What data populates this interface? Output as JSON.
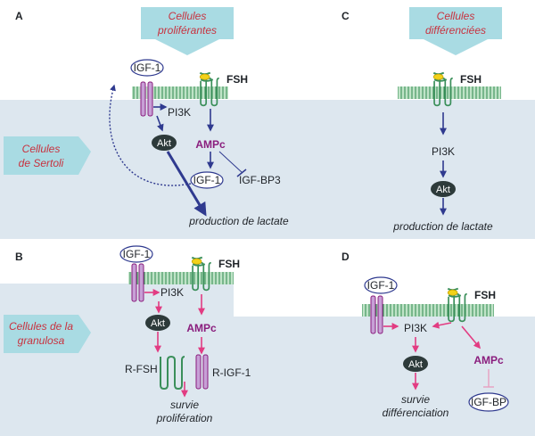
{
  "panels": {
    "a": {
      "letter": "A",
      "header": [
        "Cellules",
        "proliférantes"
      ],
      "side_label": [
        "Cellules",
        "de Sertoli"
      ],
      "igf1_top": "IGF-1",
      "fsh": "FSH",
      "pi3k": "PI3K",
      "akt": "Akt",
      "ampc": "AMPc",
      "igf1_bottom": "IGF-1",
      "igfbp3": "IGF-BP3",
      "output": "production de lactate"
    },
    "b": {
      "letter": "B",
      "side_label": [
        "Cellules de la",
        "granulosa"
      ],
      "igf1": "IGF-1",
      "fsh": "FSH",
      "pi3k": "PI3K",
      "akt": "Akt",
      "ampc": "AMPc",
      "r_fsh": "R-FSH",
      "r_igf1": "R-IGF-1",
      "output": [
        "survie",
        "prolifération"
      ]
    },
    "c": {
      "letter": "C",
      "header": [
        "Cellules",
        "différenciées"
      ],
      "fsh": "FSH",
      "pi3k": "PI3K",
      "akt": "Akt",
      "output": "production de lactate"
    },
    "d": {
      "letter": "D",
      "igf1": "IGF-1",
      "fsh": "FSH",
      "pi3k": "PI3K",
      "akt": "Akt",
      "ampc": "AMPc",
      "igfbp": "IGF-BP",
      "output": [
        "survie",
        "différenciation"
      ]
    }
  },
  "colors": {
    "sertoli_bg": "#dde7ef",
    "granulosa_bg": "#dde7ef",
    "banner": "#a9dbe3",
    "navy": "#2f3a8f",
    "pink": "#e23c82",
    "green": "#3a8f5a",
    "purple": "#8a1d7d",
    "red_text": "#c8323f",
    "yellow": "#f2d21a"
  }
}
